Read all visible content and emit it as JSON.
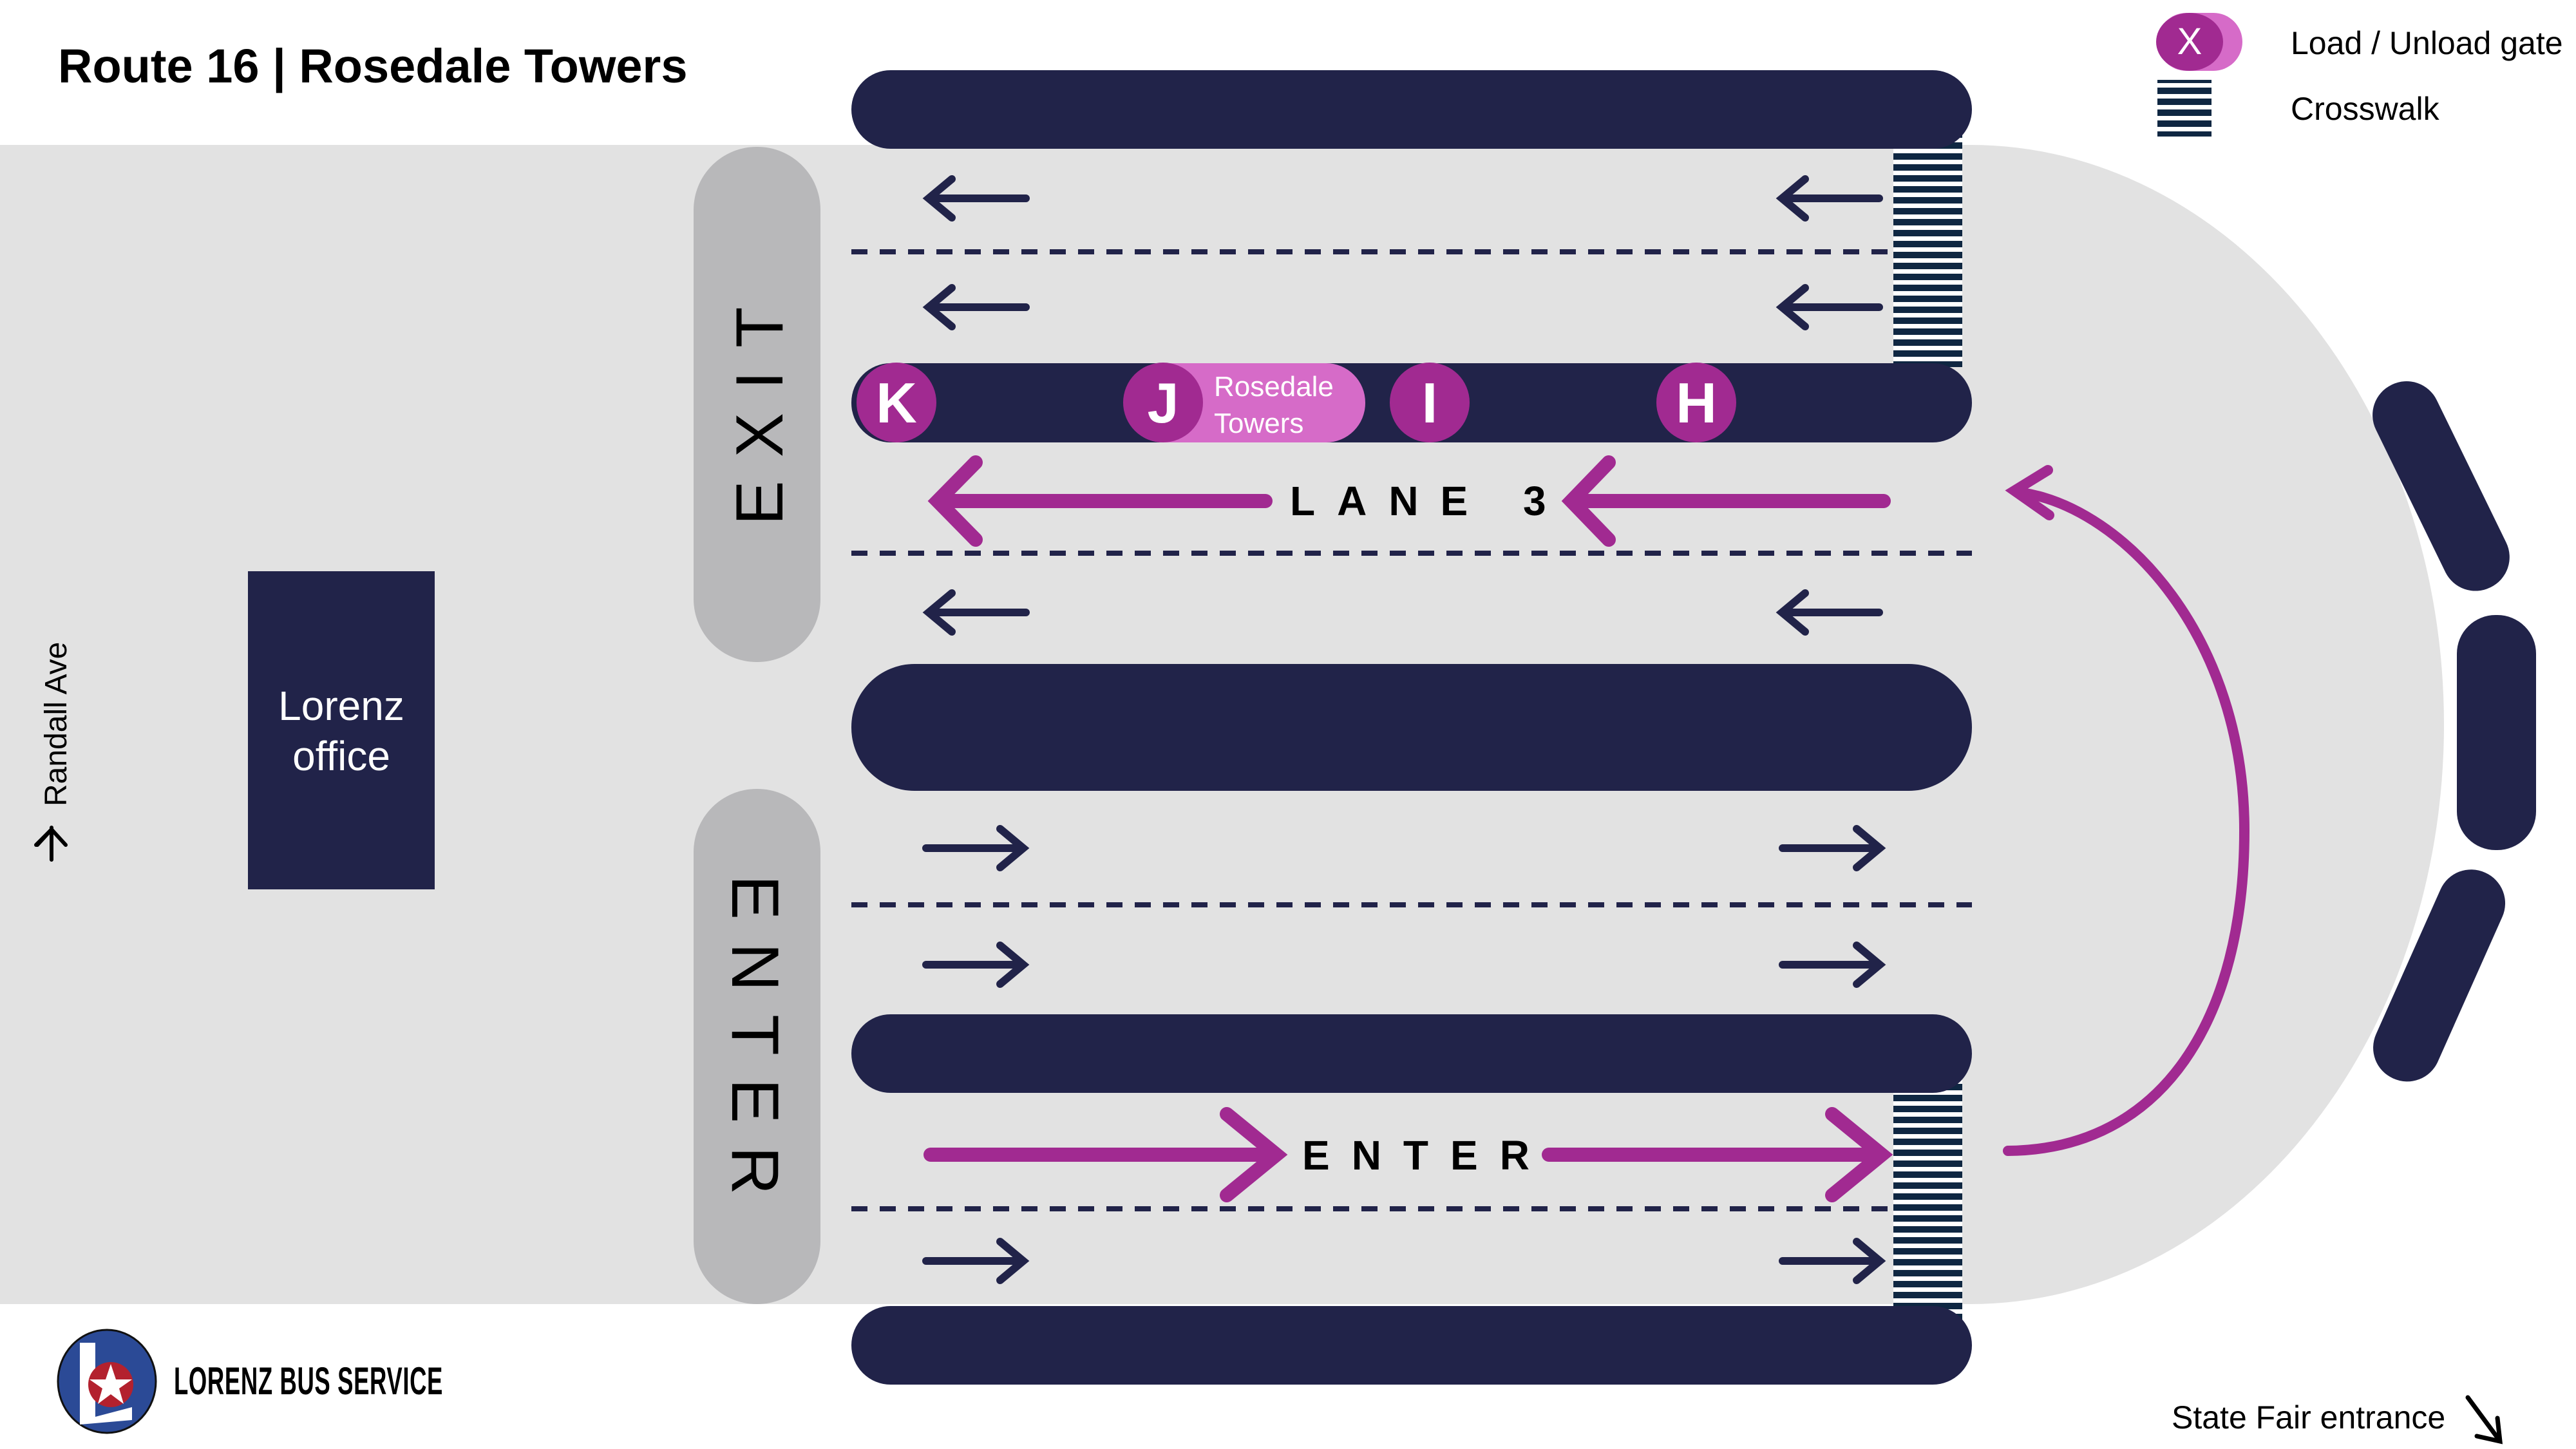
{
  "header": {
    "title": "Route 16 | Rosedale Towers"
  },
  "legend": {
    "gate_symbol_letter": "X",
    "gate_label": "Load / Unload gate",
    "crosswalk_label": "Crosswalk"
  },
  "colors": {
    "navy": "#212349",
    "gate_purple": "#A12A91",
    "gate_pink": "#D66BC8",
    "pavement": "#E2E2E2",
    "pillar_grey": "#B8B8BA",
    "crosswalk": "#0F2742"
  },
  "gates": [
    {
      "letter": "K",
      "highlighted": false,
      "name_lines": []
    },
    {
      "letter": "J",
      "highlighted": true,
      "name_lines": [
        "Rosedale",
        "Towers"
      ]
    },
    {
      "letter": "I",
      "highlighted": false,
      "name_lines": []
    },
    {
      "letter": "H",
      "highlighted": false,
      "name_lines": []
    }
  ],
  "lanes": {
    "lane3_label": "LANE 3",
    "enter_lane_label": "ENTER"
  },
  "pillars": {
    "exit_label": "EXIT",
    "enter_label": "ENTER"
  },
  "buildings": {
    "office_line1": "Lorenz",
    "office_line2": "office"
  },
  "streets": {
    "randall": "Randall Ave",
    "state_fair": "State Fair entrance"
  },
  "brand": {
    "name": "LORENZ BUS SERVICE"
  }
}
